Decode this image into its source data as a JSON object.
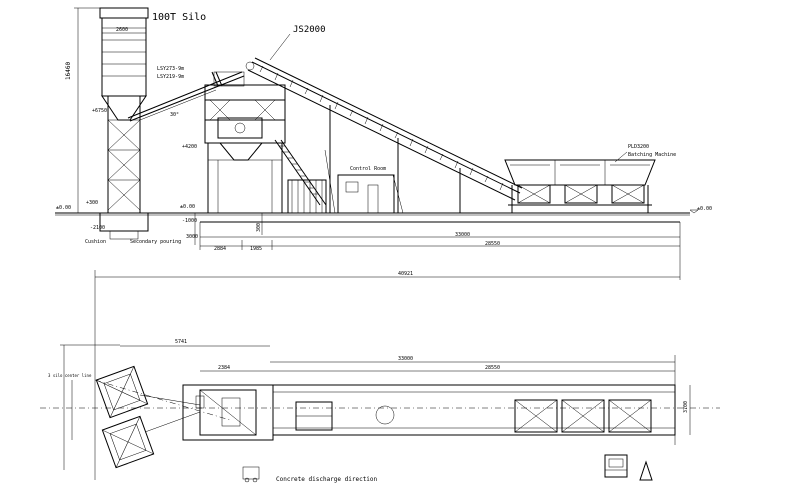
{
  "labels": {
    "silo_title": "100T Silo",
    "mixer_model": "JS2000",
    "control_room": "Control Room",
    "batcher_model": "PLD3200",
    "batching_machine": "Batching Machine",
    "cushion": "Cushion",
    "secondary_pouring": "Secondary pouring",
    "discharge_direction": "Concrete discharge direction",
    "screw_conveyor_1": "LSY273-9m",
    "screw_conveyor_2": "LSY219-9m",
    "angle": "30°"
  },
  "levels": {
    "ground_left": "±0.00",
    "ground_silo": "±0.00",
    "ground_right": "±0.00",
    "silo_mid": "+6750",
    "platform": "+4200",
    "silo_base": "+300",
    "pit": "-1000",
    "foot": "-2100"
  },
  "dimensions": {
    "silo_width": "2600",
    "silo_height": "16460",
    "pit_depth": "3000",
    "depth_small": "300",
    "front_a": "2884",
    "front_b": "1985",
    "belt_length": "33000",
    "belt_span": "28550",
    "overall": "40921",
    "plan_a": "5741",
    "plan_b": "2384",
    "plan_belt": "33000",
    "plan_span": "28550",
    "plan_width": "3700",
    "silo_rotation": "3 silo center line"
  }
}
